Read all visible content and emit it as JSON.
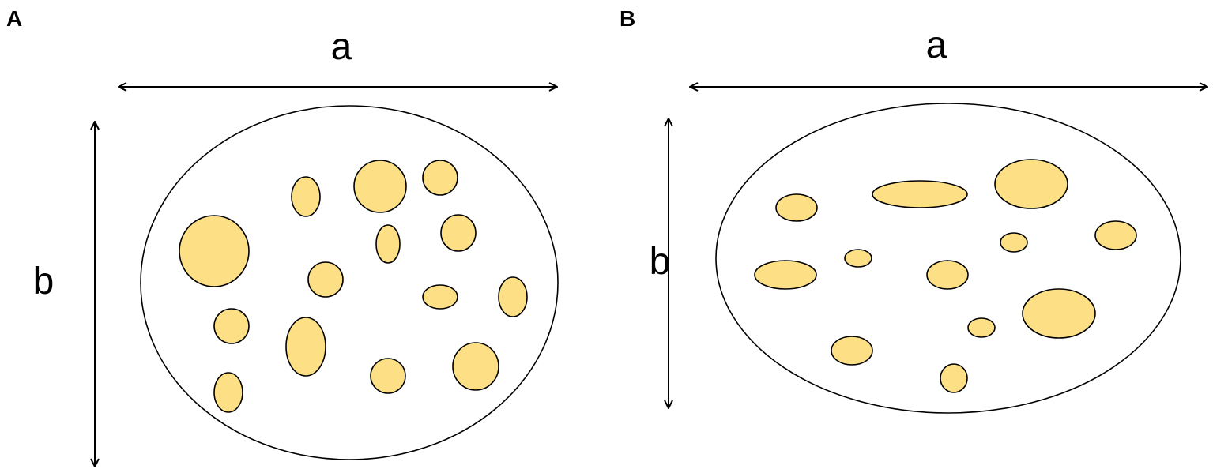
{
  "colors": {
    "droplet_fill": "#FDE086",
    "outline": "#000000",
    "background": "#FFFFFF"
  },
  "panels": [
    {
      "label": "A",
      "width_label": "a",
      "height_label": "b"
    },
    {
      "label": "B",
      "width_label": "a",
      "height_label": "b"
    }
  ]
}
